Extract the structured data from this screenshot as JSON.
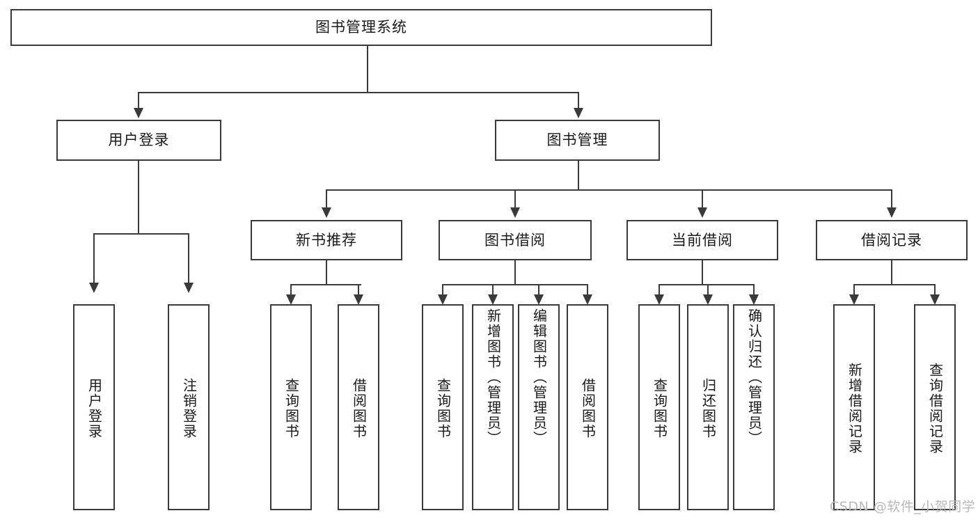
{
  "diagram": {
    "type": "tree-hierarchy-chart",
    "title_node": "图书管理系统",
    "level2": [
      {
        "label": "用户登录"
      },
      {
        "label": "图书管理"
      }
    ],
    "level3": [
      {
        "label": "新书推荐"
      },
      {
        "label": "图书借阅"
      },
      {
        "label": "当前借阅"
      },
      {
        "label": "借阅记录"
      }
    ],
    "leaves": {
      "user_login": [
        {
          "label": "用户登录"
        },
        {
          "label": "注销登录"
        }
      ],
      "new_book_recommend": [
        {
          "label": "查询图书"
        },
        {
          "label": "借阅图书"
        }
      ],
      "book_borrow": [
        {
          "label": "查询图书"
        },
        {
          "label": "新增图书（管理员）"
        },
        {
          "label": "编辑图书（管理员）"
        },
        {
          "label": "借阅图书"
        }
      ],
      "current_borrow": [
        {
          "label": "查询图书"
        },
        {
          "label": "归还图书"
        },
        {
          "label": "确认归还（管理员）"
        }
      ],
      "borrow_record": [
        {
          "label": "新增借阅记录"
        },
        {
          "label": "查询借阅记录"
        }
      ]
    },
    "watermark": "CSDN @软件_小贺同学",
    "colors": {
      "stroke": "#3a3a3a",
      "fill": "#ffffff",
      "text": "#1a1a1a",
      "watermark": "#b9b9b9"
    }
  }
}
